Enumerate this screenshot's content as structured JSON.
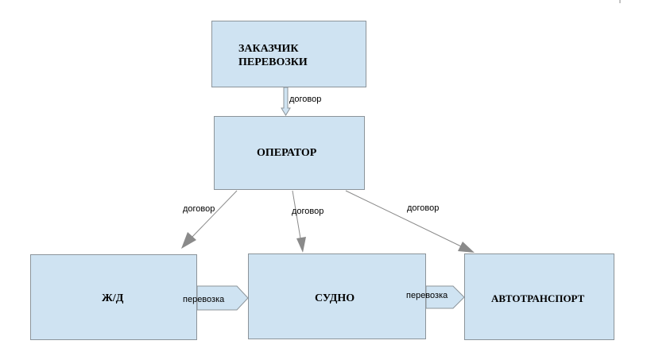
{
  "nodes": {
    "customer": "ЗАКАЗЧИК\nПЕРЕВОЗКИ",
    "operator": "ОПЕРАТОР",
    "rail": "Ж/Д",
    "ship": "СУДНО",
    "truck": "АВТОТРАНСПОРТ"
  },
  "edges": {
    "customer_operator": "договор",
    "operator_rail": "договор",
    "operator_ship": "договор",
    "operator_truck": "договор",
    "rail_ship": "перевозка",
    "ship_truck": "перевозка"
  },
  "colors": {
    "box_fill": "#cfe3f2",
    "box_border": "#8c949a",
    "connector": "#8a8a8a"
  }
}
